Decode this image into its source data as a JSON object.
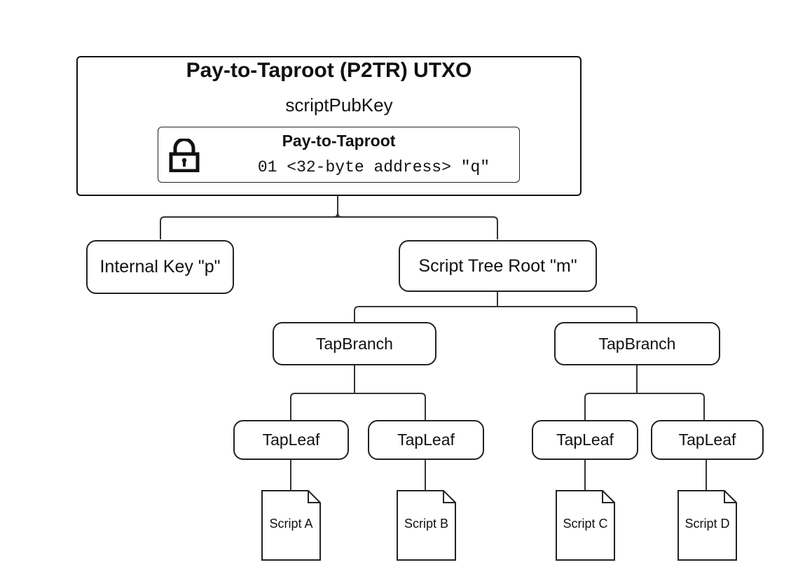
{
  "utxo": {
    "title": "Pay-to-Taproot (P2TR) UTXO",
    "script_label": "scriptPubKey",
    "locking": {
      "title": "Pay-to-Taproot",
      "script": "01 <32-byte address> \"q\"",
      "icon": "lock-icon"
    }
  },
  "internal_key": {
    "label": "Internal Key \"p\""
  },
  "script_tree_root": {
    "label": "Script Tree Root \"m\""
  },
  "branches": [
    {
      "label": "TapBranch",
      "leaves": [
        {
          "label": "TapLeaf",
          "script": "Script A"
        },
        {
          "label": "TapLeaf",
          "script": "Script B"
        }
      ]
    },
    {
      "label": "TapBranch",
      "leaves": [
        {
          "label": "TapLeaf",
          "script": "Script C"
        },
        {
          "label": "TapLeaf",
          "script": "Script D"
        }
      ]
    }
  ],
  "colors": {
    "stroke": "#222222",
    "background": "#ffffff"
  }
}
